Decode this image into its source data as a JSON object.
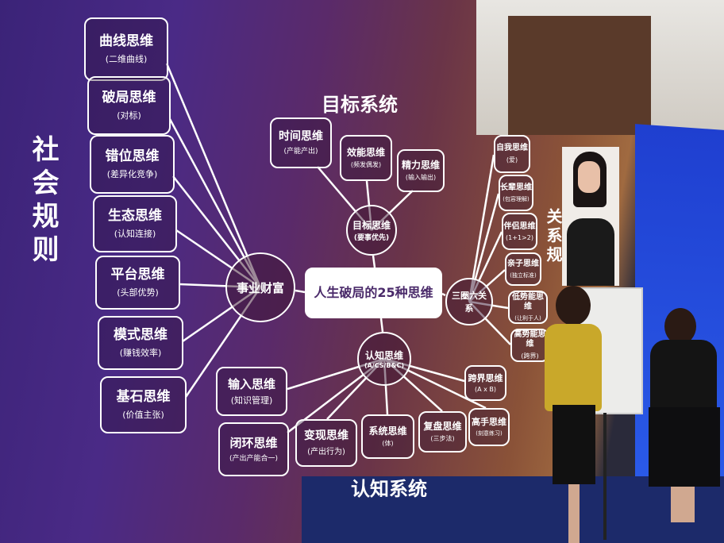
{
  "center": "人生破局的25种思维",
  "systems": {
    "goal": "目标系统",
    "cognition": "认知系统",
    "social": "社会规则",
    "relation": "关系规"
  },
  "hubs": {
    "career": "事业财富",
    "goal": {
      "t": "目标思维",
      "s": "(要事优先)"
    },
    "relation": {
      "t": "三圈六关系"
    },
    "cognition": {
      "t": "认知思维",
      "s": "(A/CS/B&C)"
    }
  },
  "left": [
    {
      "t": "曲线思维",
      "s": "(二维曲线)"
    },
    {
      "t": "破局思维",
      "s": "(对标)"
    },
    {
      "t": "错位思维",
      "s": "(差异化竞争)"
    },
    {
      "t": "生态思维",
      "s": "(认知连接)"
    },
    {
      "t": "平台思维",
      "s": "(头部优势)"
    },
    {
      "t": "模式思维",
      "s": "(赚钱效率)"
    },
    {
      "t": "基石思维",
      "s": "(价值主张)"
    }
  ],
  "goal_nodes": [
    {
      "t": "时间思维",
      "s": "(产能产出)"
    },
    {
      "t": "效能思维",
      "s": "(频发偶发)"
    },
    {
      "t": "精力思维",
      "s": "(输入输出)"
    }
  ],
  "relation_nodes": [
    {
      "t": "自我思维",
      "s": "(爱)"
    },
    {
      "t": "长辈思维",
      "s": "(包容理解)"
    },
    {
      "t": "伴侣思维",
      "s": "(1+1>2)"
    },
    {
      "t": "亲子思维",
      "s": "(独立标准)"
    },
    {
      "t": "低势能思维",
      "s": "(让利于人)"
    },
    {
      "t": "高势能思维",
      "s": "(跨界)"
    }
  ],
  "cognition_nodes": [
    {
      "t": "输入思维",
      "s": "(知识管理)"
    },
    {
      "t": "跨界思维",
      "s": "(A x B)"
    },
    {
      "t": "闭环思维",
      "s": "(产出产能合一)"
    },
    {
      "t": "变现思维",
      "s": "(产出行为)"
    },
    {
      "t": "系统思维",
      "s": "(体)"
    },
    {
      "t": "复盘思维",
      "s": "(三步法)"
    },
    {
      "t": "高手思维",
      "s": "(刻意练习)"
    }
  ]
}
